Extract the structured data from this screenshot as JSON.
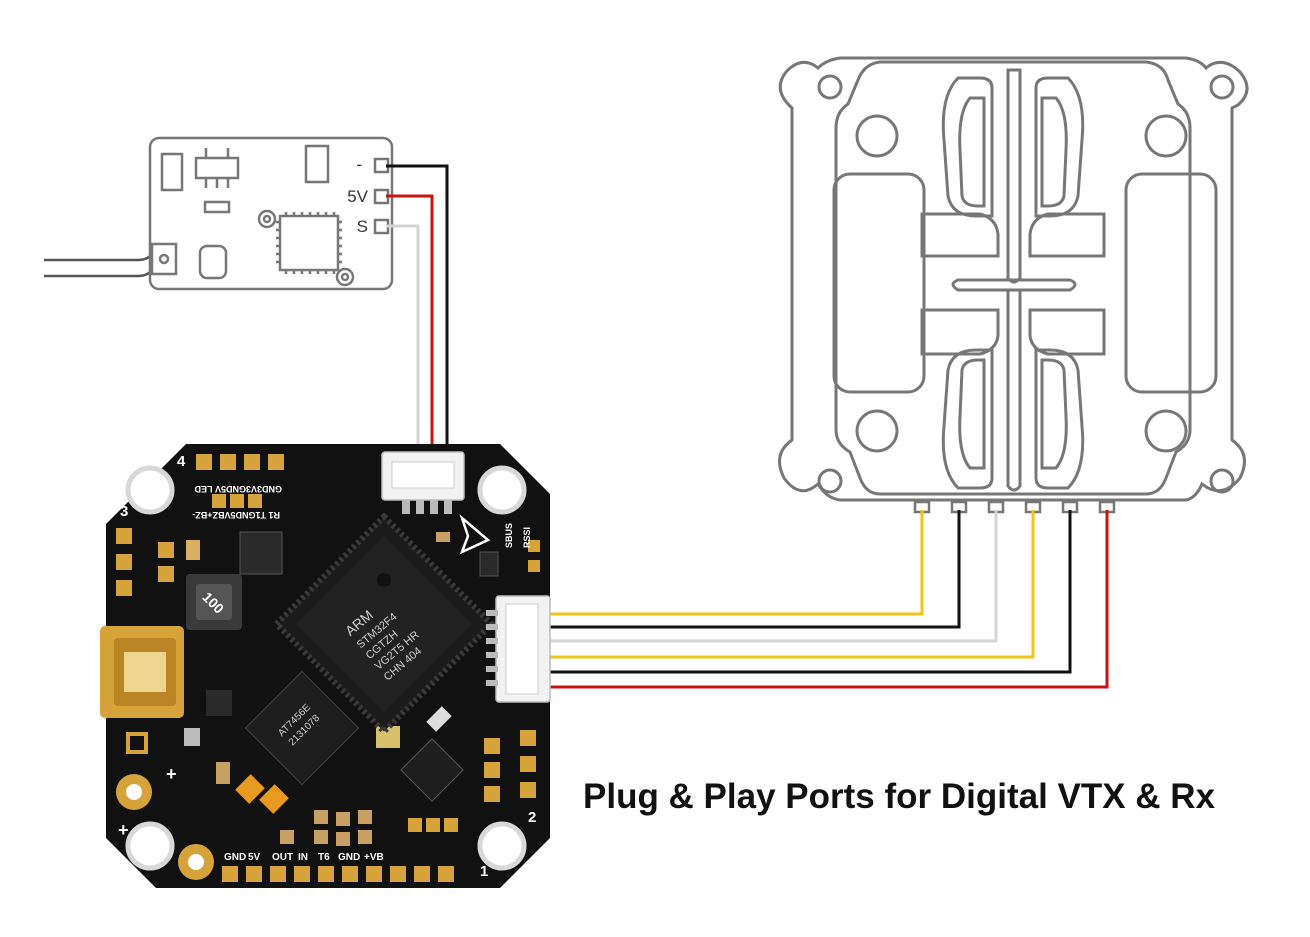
{
  "caption": "Plug & Play Ports for Digital VTX & Rx",
  "receiver": {
    "pins": [
      "-",
      "5V",
      "S"
    ]
  },
  "flight_controller": {
    "corner_numbers": [
      "4",
      "3",
      "2",
      "1"
    ],
    "plus_marks": [
      "+",
      "+"
    ],
    "top_silk_row1": "GND3V3GND5V LED",
    "top_silk_row2": "R1 T1GND5VBZ+BZ-",
    "side_silk": [
      "SBUS",
      "RSSI"
    ],
    "bottom_silk": [
      "GND",
      "5V",
      "OUT",
      "IN",
      "T6",
      "GND",
      "+VB"
    ],
    "inductor_label": "100",
    "mcu_text": [
      "ARM",
      "STM32F4",
      "CGTZH",
      "VG2T5 HR",
      "CHN  404"
    ],
    "chip2_text": [
      "AT7456E",
      "2131078"
    ]
  },
  "colors": {
    "pcb": "#111111",
    "pad_gold": "#d6a23a",
    "wire_black": "#111111",
    "wire_red": "#cc1111",
    "wire_white": "#d4d4d4",
    "wire_yellow": "#f2c418",
    "outline_grey": "#777777"
  }
}
